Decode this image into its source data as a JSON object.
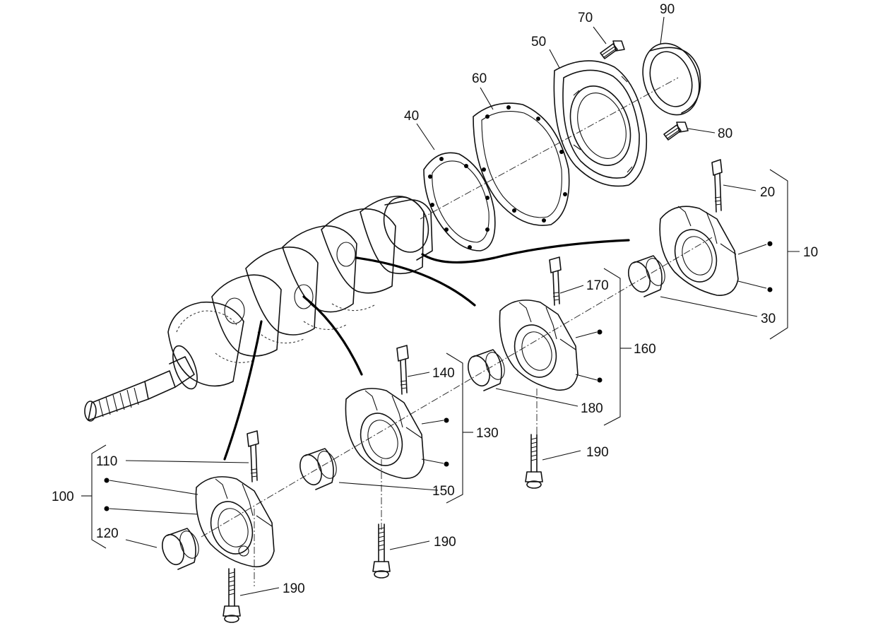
{
  "callouts": {
    "c10": "10",
    "c20": "20",
    "c30": "30",
    "c40": "40",
    "c50": "50",
    "c60": "60",
    "c70": "70",
    "c80": "80",
    "c90": "90",
    "c100": "100",
    "c110": "110",
    "c120": "120",
    "c130": "130",
    "c140": "140",
    "c150": "150",
    "c160": "160",
    "c170": "170",
    "c180": "180",
    "c190a": "190",
    "c190b": "190",
    "c190c": "190"
  }
}
